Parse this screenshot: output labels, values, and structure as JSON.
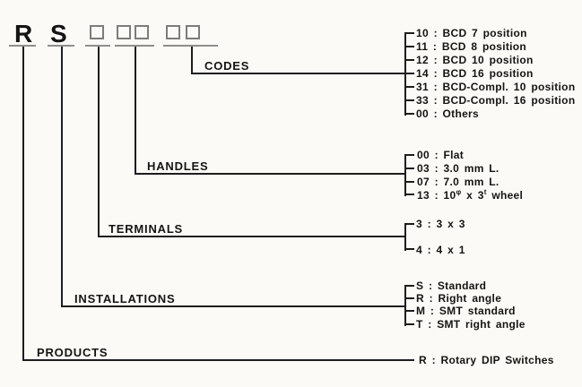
{
  "figure": {
    "prefix_letters": [
      "R",
      "S"
    ],
    "digit_box_count": 5
  },
  "groups": [
    {
      "id": "codes",
      "label": "CODES",
      "items": [
        {
          "code": "10",
          "desc": "BCD 7 position"
        },
        {
          "code": "11",
          "desc": "BCD 8 position"
        },
        {
          "code": "12",
          "desc": "BCD 10 position"
        },
        {
          "code": "14",
          "desc": "BCD 16 position"
        },
        {
          "code": "31",
          "desc": "BCD-Compl. 10 position"
        },
        {
          "code": "33",
          "desc": "BCD-Compl. 16 position"
        },
        {
          "code": "00",
          "desc": "Others"
        }
      ]
    },
    {
      "id": "handles",
      "label": "HANDLES",
      "items": [
        {
          "code": "00",
          "desc": "Flat"
        },
        {
          "code": "03",
          "desc": "3.0 mm L."
        },
        {
          "code": "07",
          "desc": "7.0 mm L."
        },
        {
          "code": "13",
          "desc": "10^φ^ x 3^t^ wheel"
        }
      ]
    },
    {
      "id": "terminals",
      "label": "TERMINALS",
      "items": [
        {
          "code": "3",
          "desc": "3 x 3"
        },
        {
          "code": "4",
          "desc": "4 x 1"
        }
      ]
    },
    {
      "id": "installations",
      "label": "INSTALLATIONS",
      "items": [
        {
          "code": "S",
          "desc": "Standard"
        },
        {
          "code": "R",
          "desc": "Right angle"
        },
        {
          "code": "M",
          "desc": "SMT standard"
        },
        {
          "code": "T",
          "desc": "SMT right angle"
        }
      ]
    },
    {
      "id": "products",
      "label": "PRODUCTS",
      "items": [
        {
          "code": "R",
          "desc": "Rotary DIP Switches"
        }
      ]
    }
  ],
  "colors": {
    "line": "#1d1d1d",
    "box_outline": "#7c7c7c",
    "underline": "#8e8e8e",
    "text": "#141414",
    "background": "#fbfaf6"
  }
}
